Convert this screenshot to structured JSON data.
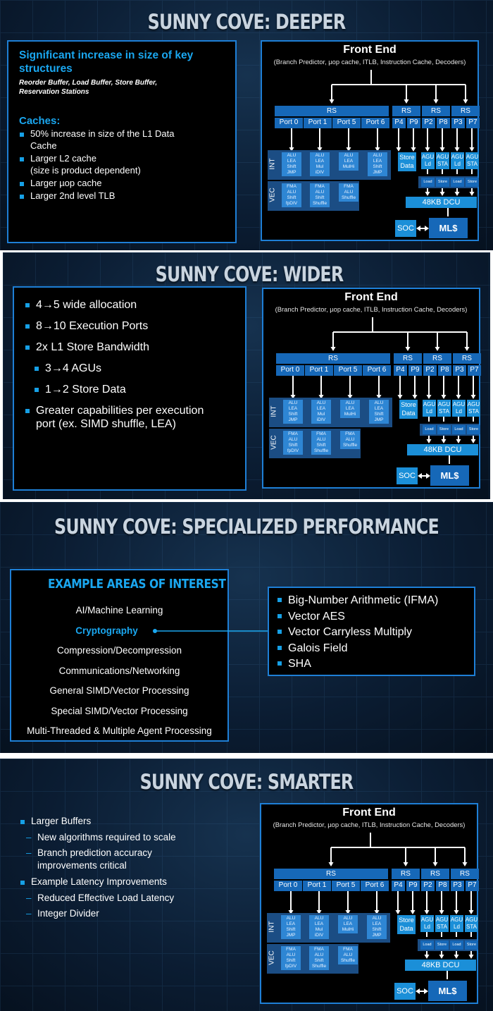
{
  "front_end": {
    "title": "Front End",
    "subtitle": "(Branch Predictor, µop cache, ITLB, Instruction Cache, Decoders)",
    "rs": [
      "RS",
      "RS",
      "RS",
      "RS"
    ],
    "ports": [
      "Port 0",
      "Port 1",
      "Port 5",
      "Port 6",
      "P4",
      "P9",
      "P2",
      "P8",
      "P3",
      "P7"
    ],
    "int_label": "INT",
    "vec_label": "VEC",
    "int_units": [
      [
        "ALU",
        "LEA",
        "Shift",
        "JMP"
      ],
      [
        "ALU",
        "LEA",
        "Mul",
        "iDIV"
      ],
      [
        "ALU",
        "LEA",
        "MulHi"
      ],
      [
        "ALU",
        "LEA",
        "Shift",
        "JMP"
      ]
    ],
    "vec_units": [
      [
        "FMA",
        "ALU",
        "Shift",
        "fpDIV"
      ],
      [
        "FMA",
        "ALU",
        "Shift",
        "Shuffle"
      ],
      [
        "FMA",
        "ALU",
        "Shuffle"
      ]
    ],
    "store_data": [
      "Store",
      "Data"
    ],
    "agu": [
      [
        "AGU",
        "Ld"
      ],
      [
        "AGU",
        "STA"
      ],
      [
        "AGU",
        "Ld"
      ],
      [
        "AGU",
        "STA"
      ]
    ],
    "ld_st": [
      "Load",
      "Store",
      "Load",
      "Store"
    ],
    "dcu": "48KB DCU",
    "soc": "SOC",
    "mls": "ML$"
  },
  "slide1": {
    "title": "SUNNY COVE: DEEPER",
    "heading1_line1": "Significant increase in size of key",
    "heading1_line2": "structures",
    "subtext_line1": "Reorder Buffer, Load Buffer, Store Buffer,",
    "subtext_line2": "Reservation Stations",
    "caches_heading": "Caches:",
    "bullets": [
      [
        "50% increase in size of the L1 Data",
        "Cache"
      ],
      [
        "Larger L2 cache",
        "(size is product dependent)"
      ],
      [
        "Larger µop cache"
      ],
      [
        "Larger 2nd level TLB"
      ]
    ]
  },
  "slide2": {
    "title": "SUNNY COVE: WIDER",
    "bullets": [
      "4→5 wide allocation",
      "8→10 Execution Ports",
      "2x L1 Store Bandwidth"
    ],
    "sub_bullets": [
      "3→4 AGUs",
      "1→2 Store Data"
    ],
    "last_bullet_line1": "Greater capabilities per execution",
    "last_bullet_line2": "port (ex. SIMD shuffle, LEA)"
  },
  "slide3": {
    "title": "SUNNY COVE: SPECIALIZED PERFORMANCE",
    "areas_title": "EXAMPLE AREAS OF INTEREST",
    "areas": [
      "AI/Machine Learning",
      "Cryptography",
      "Compression/Decompression",
      "Communications/Networking",
      "General SIMD/Vector Processing",
      "Special SIMD/Vector Processing",
      "Multi-Threaded & Multiple Agent Processing"
    ],
    "highlighted_area": "Cryptography",
    "crypto": [
      "Big-Number Arithmetic (IFMA)",
      "Vector AES",
      "Vector Carryless Multiply",
      "Galois Field",
      "SHA"
    ],
    "accent_color": "#1aa7f0"
  },
  "slide4": {
    "title": "SUNNY COVE: SMARTER",
    "b1": "Larger Buffers",
    "b1_subs": [
      "New algorithms required to scale",
      "Branch prediction accuracy",
      "improvements critical"
    ],
    "b2": "Example Latency Improvements",
    "b2_subs": [
      "Reduced Effective Load Latency",
      "Integer Divider"
    ]
  }
}
